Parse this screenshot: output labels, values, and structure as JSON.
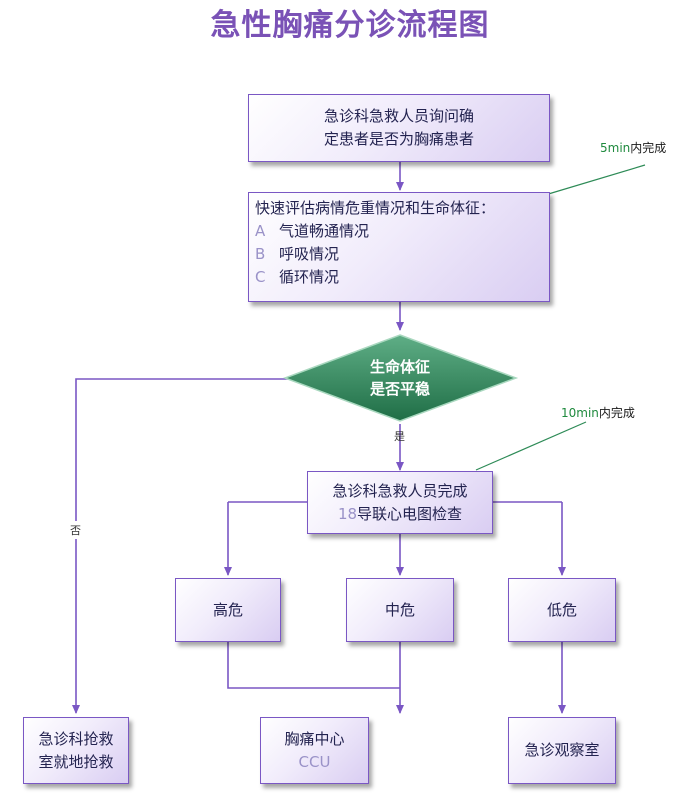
{
  "title": "急性胸痛分诊流程图",
  "box1": {
    "line1": "急诊科急救人员询问确",
    "line2": "定患者是否为胸痛患者"
  },
  "note1": {
    "value": "5min",
    "suffix": "内完成"
  },
  "box2": {
    "title": "快速评估病情危重情况和生命体征：",
    "items": [
      {
        "letter": "A",
        "text": "气道畅通情况"
      },
      {
        "letter": "B",
        "text": "呼吸情况"
      },
      {
        "letter": "C",
        "text": "循环情况"
      }
    ]
  },
  "diamond": {
    "line1": "生命体征",
    "line2": "是否平稳"
  },
  "yes_label": "是",
  "no_label": "否",
  "note2": {
    "value": "10min",
    "suffix": "内完成"
  },
  "box3": {
    "line1": "急诊科急救人员完成",
    "line2_num": "18",
    "line2_text": "导联心电图检查"
  },
  "risk": {
    "high": "高危",
    "medium": "中危",
    "low": "低危"
  },
  "dest": {
    "rescue_line1": "急诊科抢救",
    "rescue_line2": "室就地抢救",
    "chest_center": "胸痛中心",
    "ccu": "CCU",
    "observation": "急诊观察室"
  },
  "colors": {
    "accent": "#7a57c4",
    "diamond": "#2f8a5c",
    "note_green": "#1f8a3e"
  }
}
